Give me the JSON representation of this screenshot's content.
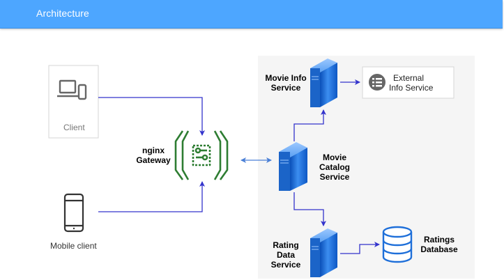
{
  "header": {
    "title": "Architecture"
  },
  "nodes": {
    "client": {
      "label": "Client"
    },
    "mobile_client": {
      "label": "Mobile client"
    },
    "gateway": {
      "line1": "nginx",
      "line2": "Gateway"
    },
    "movie_info": {
      "line1": "Movie Info",
      "line2": "Service"
    },
    "external_info": {
      "line1": "External",
      "line2": "Info Service"
    },
    "movie_catalog": {
      "line1": "Movie",
      "line2": "Catalog",
      "line3": "Service"
    },
    "rating_data": {
      "line1": "Rating",
      "line2": "Data",
      "line3": "Service"
    },
    "ratings_db": {
      "line1": "Ratings",
      "line2": "Database"
    }
  },
  "colors": {
    "header": "#4da6ff",
    "edge": "#3333cc",
    "bidirectional_edge": "#4a7fd6",
    "gateway_green": "#2e7d32",
    "server_blue": "#1e6fd9",
    "database_blue": "#1e6fd9",
    "backend_panel": "#f5f5f5",
    "device_grey": "#666666"
  },
  "icons": [
    "laptop-icon",
    "mobile-phone-icon",
    "nginx-gateway-icon",
    "server-icon",
    "list-icon",
    "database-icon"
  ]
}
